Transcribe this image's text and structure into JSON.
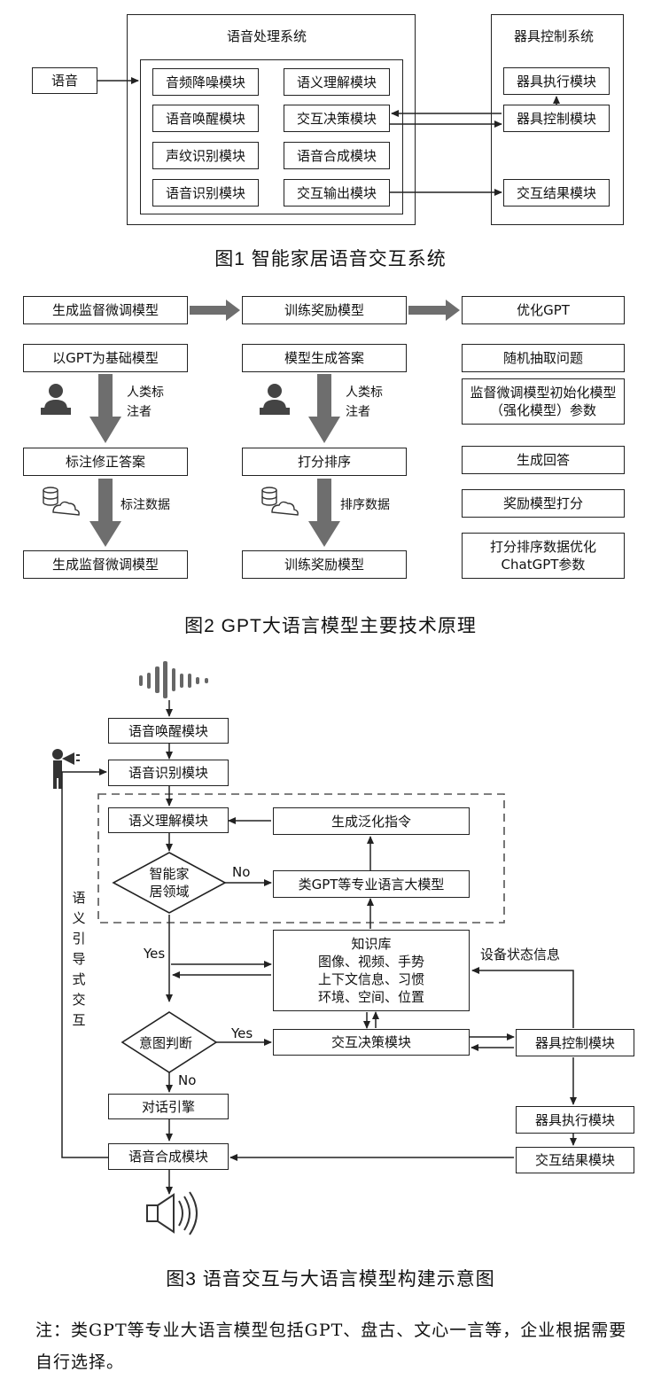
{
  "fig1": {
    "caption": "图1  智能家居语音交互系统",
    "voice_system_title": "语音处理系统",
    "device_system_title": "器具控制系统",
    "input_label": "语音",
    "modules": [
      "音频降噪模块",
      "语义理解模块",
      "语音唤醒模块",
      "交互决策模块",
      "声纹识别模块",
      "语音合成模块",
      "语音识别模块",
      "交互输出模块"
    ],
    "device_modules": [
      "器具执行模块",
      "器具控制模块",
      "交互结果模块"
    ]
  },
  "fig2": {
    "caption": "图2  GPT大语言模型主要技术原理",
    "stage_titles": [
      "生成监督微调模型",
      "训练奖励模型",
      "优化GPT"
    ],
    "col1": [
      "以GPT为基础模型",
      "标注修正答案",
      "生成监督微调模型"
    ],
    "col2": [
      "模型生成答案",
      "打分排序",
      "训练奖励模型"
    ],
    "col3": [
      "随机抽取问题",
      "监督微调模型初始化模型（强化模型）参数",
      "生成回答",
      "奖励模型打分",
      "打分排序数据优化ChatGPT参数"
    ],
    "annotator_label": "人类标注者",
    "label_data": "标注数据",
    "rank_data": "排序数据"
  },
  "fig3": {
    "caption": "图3  语音交互与大语言模型构建示意图",
    "wake": "语音唤醒模块",
    "asr": "语音识别模块",
    "nlu": "语义理解模块",
    "gen": "生成泛化指令",
    "llm": "类GPT等专业语言大模型",
    "domain": "智能家居领域",
    "intent": "意图判断",
    "kb_title": "知识库",
    "kb_lines": [
      "图像、视频、手势",
      "上下文信息、习惯",
      "环境、空间、位置"
    ],
    "decision": "交互决策模块",
    "dialog": "对话引擎",
    "tts": "语音合成模块",
    "device_ctrl": "器具控制模块",
    "device_exec": "器具执行模块",
    "result": "交互结果模块",
    "device_state": "设备状态信息",
    "guide": "语义引导式交互",
    "yes": "Yes",
    "no": "No"
  },
  "note": "注：类GPT等专业大语言模型包括GPT、盘古、文心一言等，企业根据需要自行选择。"
}
